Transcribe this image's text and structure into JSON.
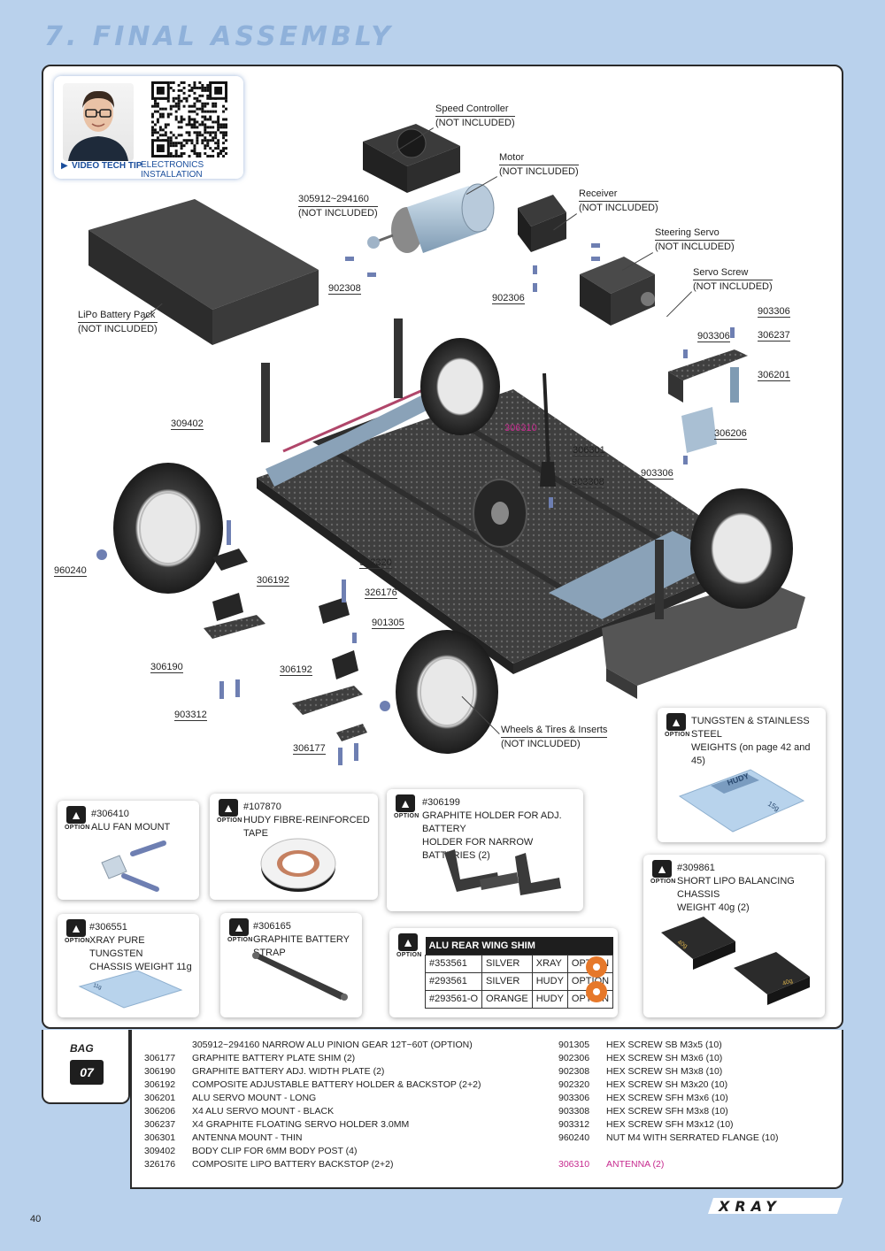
{
  "header": {
    "title": "7. FINAL ASSEMBLY"
  },
  "video_tip": {
    "label": "VIDEO TECH TIP",
    "topic": "ELECTRONICS INSTALLATION"
  },
  "callouts": {
    "speed_controller": {
      "name": "Speed Controller",
      "note": "(NOT INCLUDED)"
    },
    "motor": {
      "name": "Motor",
      "note": "(NOT INCLUDED)"
    },
    "receiver": {
      "name": "Receiver",
      "note": "(NOT INCLUDED)"
    },
    "steering_servo": {
      "name": "Steering Servo",
      "note": "(NOT INCLUDED)"
    },
    "servo_screw": {
      "name": "Servo Screw",
      "note": "(NOT INCLUDED)"
    },
    "pinion": {
      "name": "305912~294160",
      "note": "(NOT INCLUDED)"
    },
    "lipo": {
      "name": "LiPo Battery Pack",
      "note": "(NOT INCLUDED)"
    },
    "wheels": {
      "name": "Wheels & Tires & Inserts",
      "note": "(NOT INCLUDED)"
    },
    "codes": {
      "c902308": "902308",
      "c902306": "902306",
      "c903306a": "903306",
      "c903306b": "903306",
      "c306237": "306237",
      "c306201": "306201",
      "c309402": "309402",
      "c306310": "306310",
      "c306206": "306206",
      "c306301": "306301",
      "c903306c": "903306",
      "c903308": "903308",
      "c960240": "960240",
      "c902320": "902320",
      "c306192a": "306192",
      "c326176": "326176",
      "c901305": "901305",
      "c306190": "306190",
      "c306192b": "306192",
      "c903312": "903312",
      "c306177": "306177"
    }
  },
  "options": {
    "badge": "OPTION",
    "fan_mount": {
      "code": "#306410",
      "desc": "ALU FAN MOUNT"
    },
    "tape": {
      "code": "#107870",
      "desc": "HUDY FIBRE-REINFORCED TAPE"
    },
    "graphite_holder": {
      "code": "#306199",
      "desc1": "GRAPHITE HOLDER FOR ADJ. BATTERY",
      "desc2": "HOLDER FOR NARROW BATTERIES (2)"
    },
    "tungsten_weights": {
      "desc1": "TUNGSTEN & STAINLESS STEEL",
      "desc2": "WEIGHTS (on page 42 and 45)",
      "plate_brand": "HUDY",
      "plate_weight": "15g"
    },
    "chassis_weight": {
      "code": "#309861",
      "desc1": "SHORT LIPO BALANCING CHASSIS",
      "desc2": "WEIGHT 40g (2)",
      "plate_label": "40g"
    },
    "pure_tungsten": {
      "code": "#306551",
      "desc1": "XRAY PURE TUNGSTEN",
      "desc2": "CHASSIS WEIGHT 11g",
      "plate_weight": "11g"
    },
    "battery_strap": {
      "code": "#306165",
      "desc": "GRAPHITE BATTERY STRAP"
    },
    "wing_shim": {
      "title": "ALU REAR WING SHIM",
      "rows": [
        [
          "#353561",
          "SILVER",
          "XRAY",
          "OPTION"
        ],
        [
          "#293561",
          "SILVER",
          "HUDY",
          "OPTION"
        ],
        [
          "#293561-O",
          "ORANGE",
          "HUDY",
          "OPTION"
        ]
      ]
    }
  },
  "bag": {
    "label": "BAG",
    "number": "07"
  },
  "parts_left": [
    {
      "code": "",
      "desc": "305912~294160 NARROW ALU PINION GEAR 12T~60T (OPTION)"
    },
    {
      "code": "306177",
      "desc": "GRAPHITE BATTERY PLATE SHIM (2)"
    },
    {
      "code": "306190",
      "desc": "GRAPHITE BATTERY ADJ. WIDTH PLATE (2)"
    },
    {
      "code": "306192",
      "desc": "COMPOSITE ADJUSTABLE BATTERY HOLDER & BACKSTOP (2+2)"
    },
    {
      "code": "306201",
      "desc": "ALU SERVO MOUNT - LONG"
    },
    {
      "code": "306206",
      "desc": "X4 ALU SERVO MOUNT - BLACK"
    },
    {
      "code": "306237",
      "desc": "X4 GRAPHITE FLOATING SERVO HOLDER 3.0MM"
    },
    {
      "code": "306301",
      "desc": "ANTENNA MOUNT - THIN"
    },
    {
      "code": "309402",
      "desc": "BODY CLIP FOR 6MM BODY POST (4)"
    },
    {
      "code": "326176",
      "desc": "COMPOSITE LIPO BATTERY BACKSTOP (2+2)"
    }
  ],
  "parts_right": [
    {
      "code": "901305",
      "desc": "HEX SCREW SB M3x5  (10)"
    },
    {
      "code": "902306",
      "desc": "HEX SCREW SH M3x6  (10)"
    },
    {
      "code": "902308",
      "desc": "HEX SCREW SH M3x8  (10)"
    },
    {
      "code": "902320",
      "desc": "HEX SCREW SH M3x20  (10)"
    },
    {
      "code": "903306",
      "desc": "HEX SCREW SFH M3x6  (10)"
    },
    {
      "code": "903308",
      "desc": "HEX SCREW SFH M3x8  (10)"
    },
    {
      "code": "903312",
      "desc": "HEX SCREW SFH M3x12  (10)"
    },
    {
      "code": "960240",
      "desc": "NUT M4 WITH SERRATED FLANGE  (10)"
    }
  ],
  "parts_highlight": {
    "code": "306310",
    "desc": "ANTENNA (2)"
  },
  "footer": {
    "page": "40",
    "brand": "XRAY"
  },
  "colors": {
    "accent_magenta": "#c72b8f",
    "page_blue": "#b9d1ec",
    "title_blue": "#8fb1da"
  }
}
